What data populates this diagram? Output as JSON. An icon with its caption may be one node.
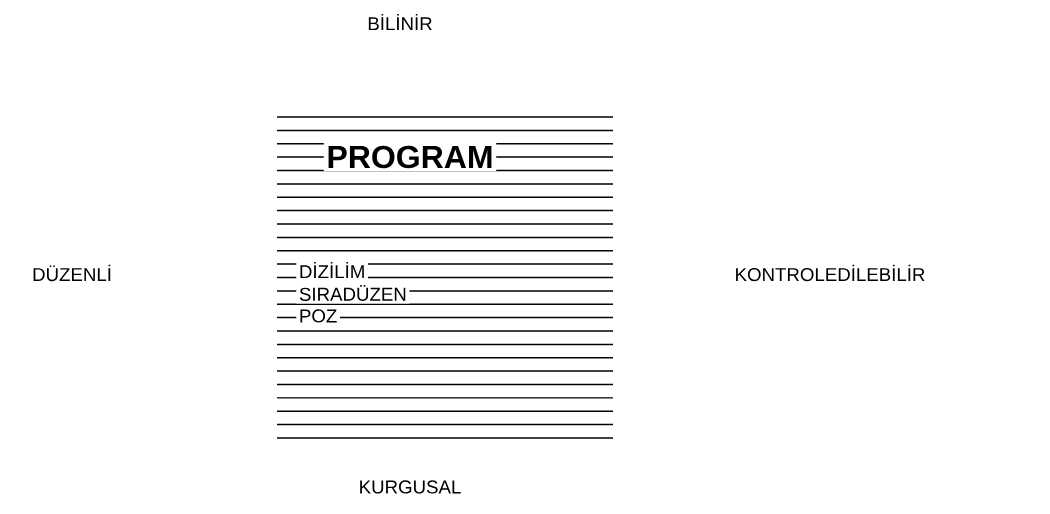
{
  "diagram": {
    "nodes": [
      {
        "text": [
          "PROGRAM",
          "DİZİLİM",
          "SIRADÜZEN",
          "POZ"
        ]
      }
    ],
    "labels": [
      "BİLİNİR",
      "DÜZENLİ",
      "KONTROLEDİLEBİLİR",
      "KURGUSAL"
    ]
  }
}
